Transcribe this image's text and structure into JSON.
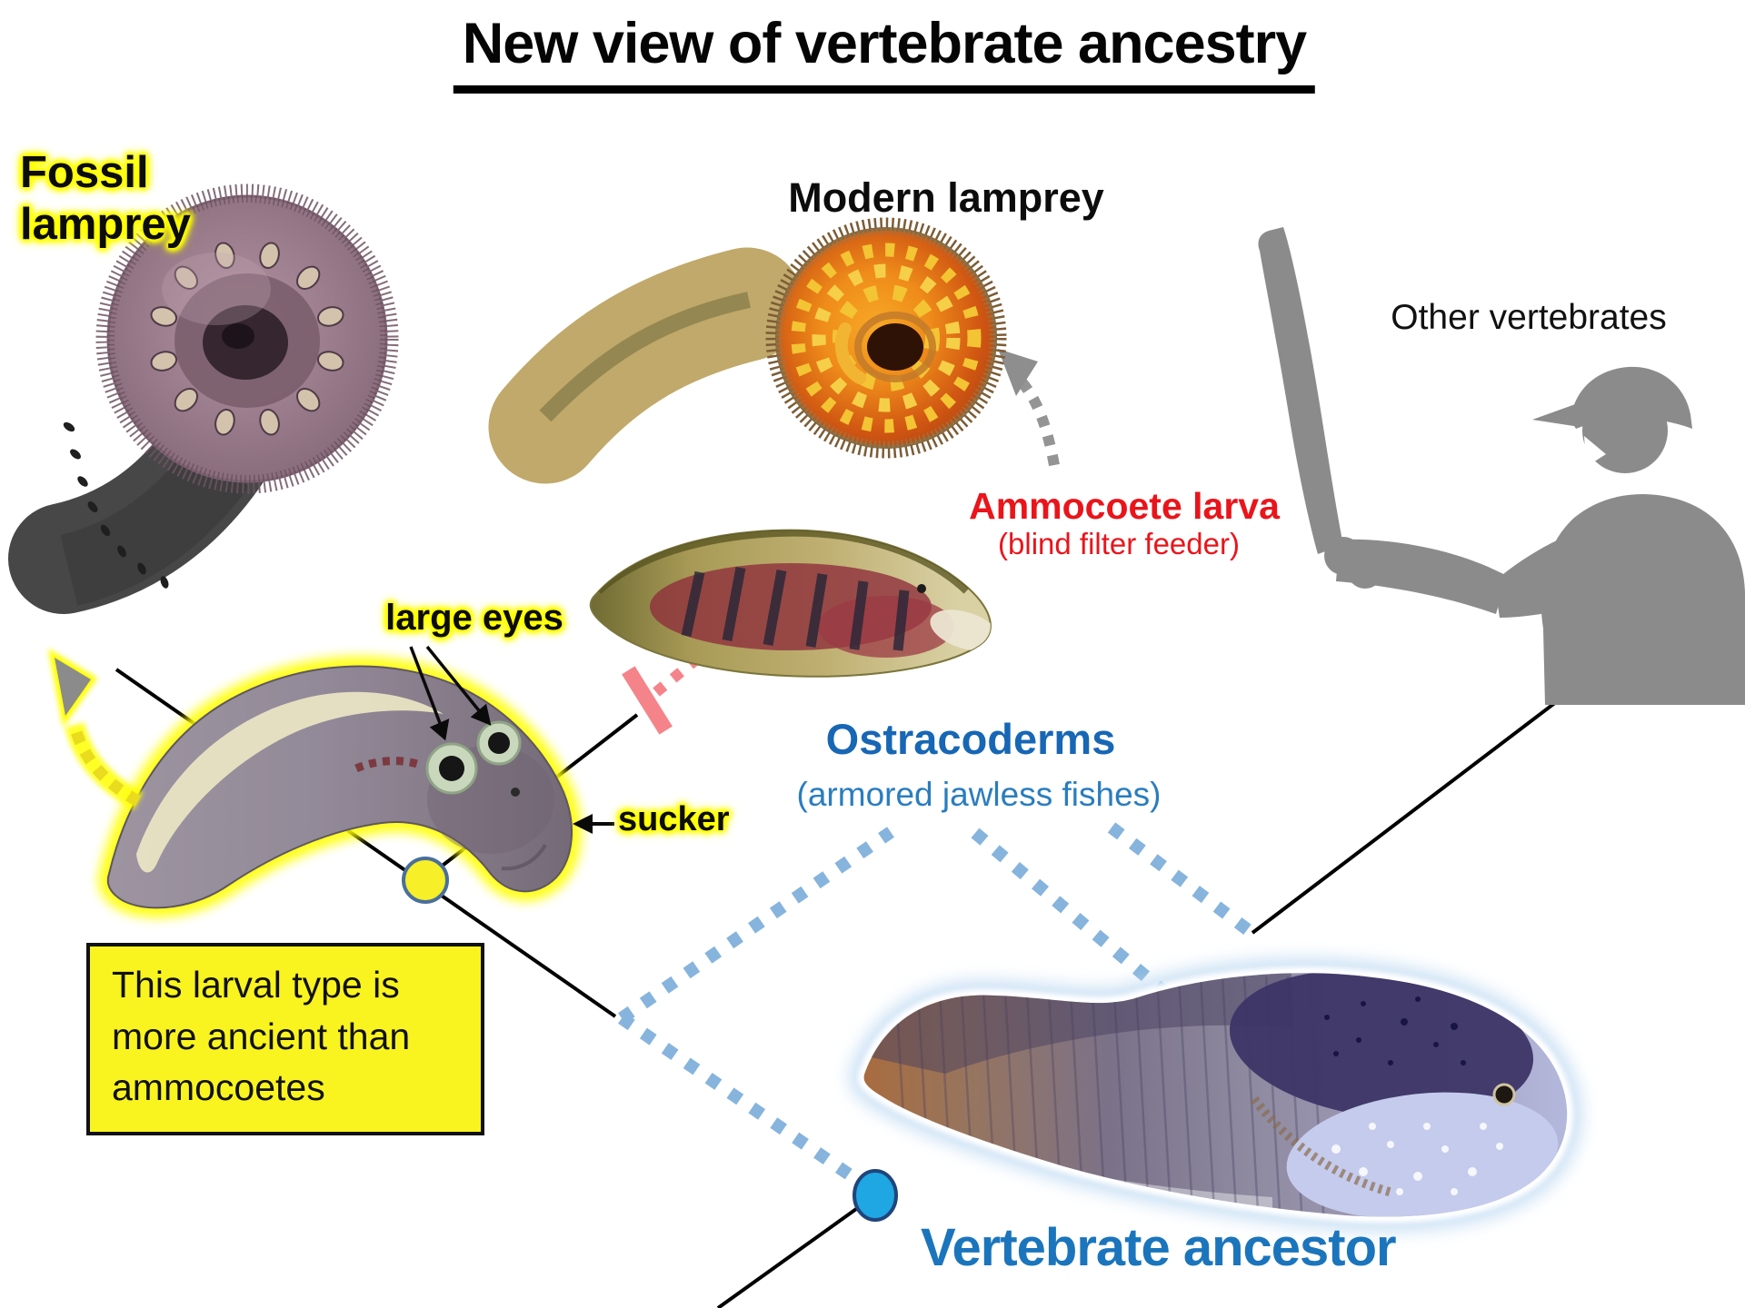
{
  "title": "New view of vertebrate ancestry",
  "taxa": {
    "fossil_lamprey": "Fossil lamprey",
    "modern_lamprey": "Modern lamprey",
    "other_vertebrates": "Other vertebrates",
    "ostracoderms": "Ostracoderms",
    "ostracoderms_sub": "(armored jawless fishes)",
    "vertebrate_ancestor": "Vertebrate ancestor"
  },
  "annotations": {
    "ammocoete_larva": "Ammocoete larva",
    "ammocoete_sub": "(blind filter feeder)",
    "large_eyes": "large eyes",
    "sucker": "sucker",
    "note": "This larval type is more ancient than ammocoetes"
  },
  "icons": {
    "sucker_pointer": "left-arrow",
    "fossil_metamorphosis_arrow": "yellow-dotted-curved-arrow",
    "modern_metamorphosis_arrow": "gray-dotted-curved-arrow",
    "rejected_link": "crossed-out-dashed-line",
    "tree_nodes": "circle-markers"
  },
  "colors": {
    "label_red": "#e9151b",
    "label_blue": "#1767b5",
    "vertebrate_ancestor_blue": "#1b75bc",
    "node_blue_fill": "#1ea7e2",
    "node_yellow_fill": "#f7ef27",
    "extinct_branch_dotted_blue": "#86b4dd",
    "rejected_salmon": "#f4848a",
    "highlight_yellow": "#ffff00",
    "silhouette_gray": "#8b8b8b"
  }
}
